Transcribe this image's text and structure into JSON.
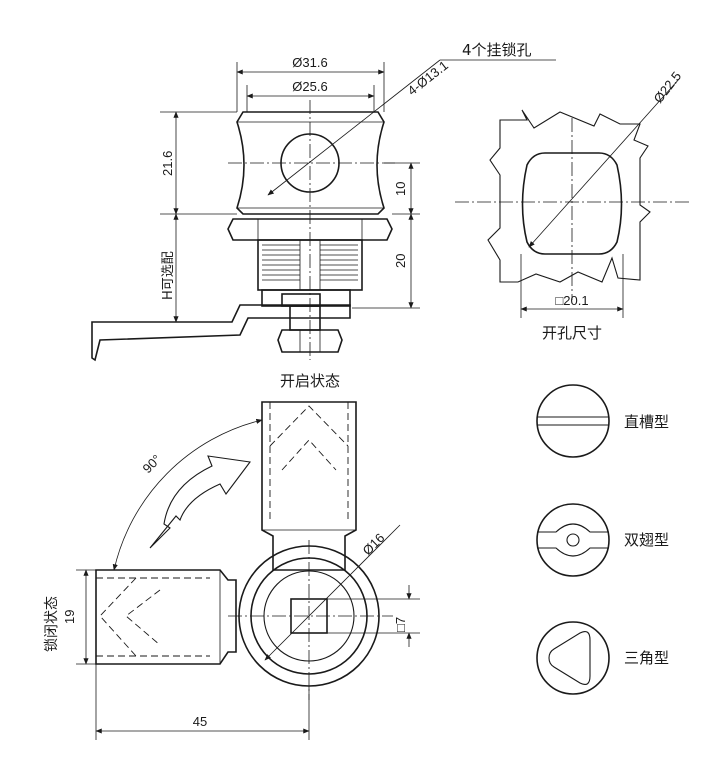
{
  "colors": {
    "line": "#1a1a1a",
    "background": "#ffffff"
  },
  "top_view": {
    "dim_outer_diameter": "Ø31.6",
    "dim_inner_diameter": "Ø25.6",
    "dim_padlock_hole": "4-Ø13.1",
    "label_padlock_holes": "4个挂锁孔",
    "dim_head_height": "21.6",
    "dim_10": "10",
    "dim_20": "20",
    "label_h_optional": "H可选配"
  },
  "cutout_view": {
    "dim_diameter": "Ø22.5",
    "dim_square": "□20.1",
    "label": "开孔尺寸"
  },
  "bottom_view": {
    "label_open": "开启状态",
    "label_closed": "锁闭状态",
    "dim_angle": "90°",
    "dim_diameter": "Ø16",
    "dim_square": "□7",
    "dim_19": "19",
    "dim_45": "45"
  },
  "key_types": [
    {
      "label": "直槽型"
    },
    {
      "label": "双翅型"
    },
    {
      "label": "三角型"
    }
  ]
}
